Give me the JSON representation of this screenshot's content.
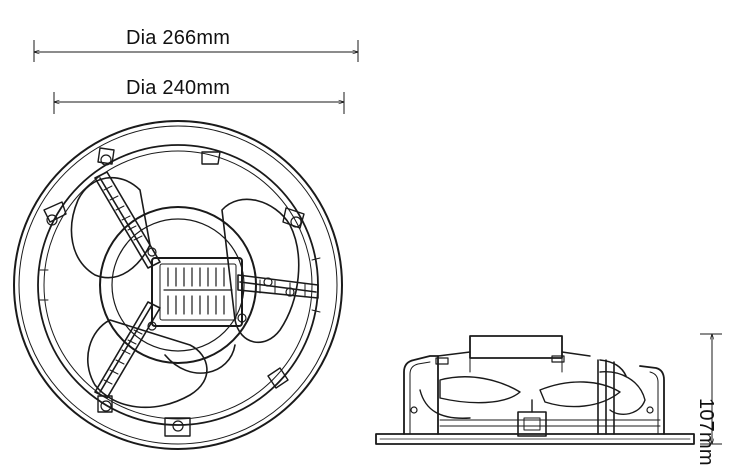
{
  "dimensions": {
    "outer_diameter": "Dia 266mm",
    "inner_diameter": "Dia 240mm",
    "height": "107mm"
  },
  "colors": {
    "line": "#1a1a1a",
    "background": "#ffffff"
  },
  "views": [
    "front-view",
    "side-view"
  ]
}
